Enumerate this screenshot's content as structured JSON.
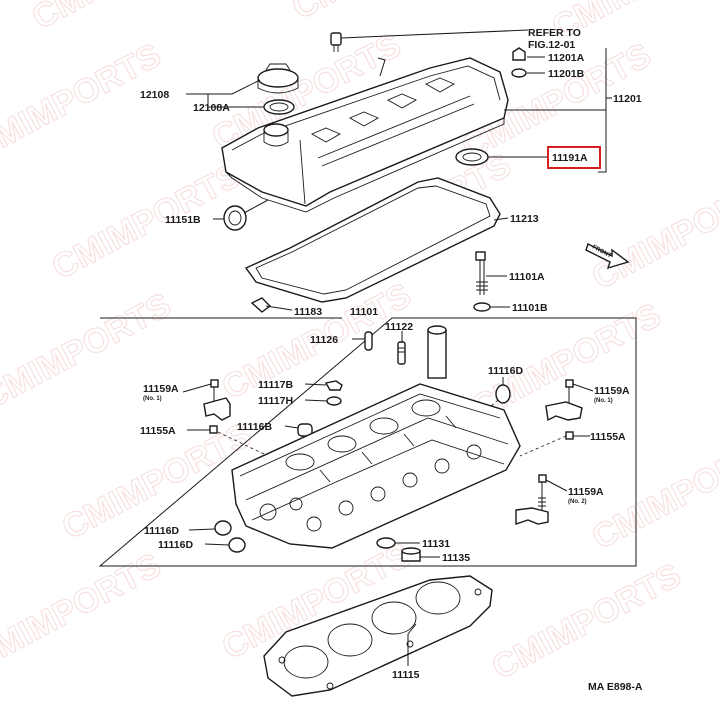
{
  "watermark": "CMIMPORTS",
  "refer_note": [
    "REFER TO",
    "FIG.12-01"
  ],
  "diagram_code": "MA E898-A",
  "highlight_color": "#d42020",
  "highlighted_part": "11191A",
  "labels": {
    "p11201": "11201",
    "p11201A": "11201A",
    "p11201B": "11201B",
    "p12108": "12108",
    "p12108A": "12108A",
    "p11191A": "11191A",
    "p11151B": "11151B",
    "p11213": "11213",
    "front": "FRONT",
    "p11101A": "11101A",
    "p11101B": "11101B",
    "p11183": "11183",
    "p11101": "11101",
    "p11126": "11126",
    "p11122": "11122",
    "p11116D_top": "11116D",
    "p11159A_left": "11159A",
    "no1_left": "(No. 1)",
    "p11117B": "11117B",
    "p11117H": "11117H",
    "p11159A_right": "11159A",
    "no1_right": "(No. 1)",
    "p11155A_left": "11155A",
    "p11116B": "11116B",
    "p11155A_right": "11155A",
    "p11159A_lower": "11159A",
    "no2": "(No. 2)",
    "p11116D_a": "11116D",
    "p11116D_b": "11116D",
    "p11131": "11131",
    "p11135": "11135",
    "p11115": "11115"
  }
}
